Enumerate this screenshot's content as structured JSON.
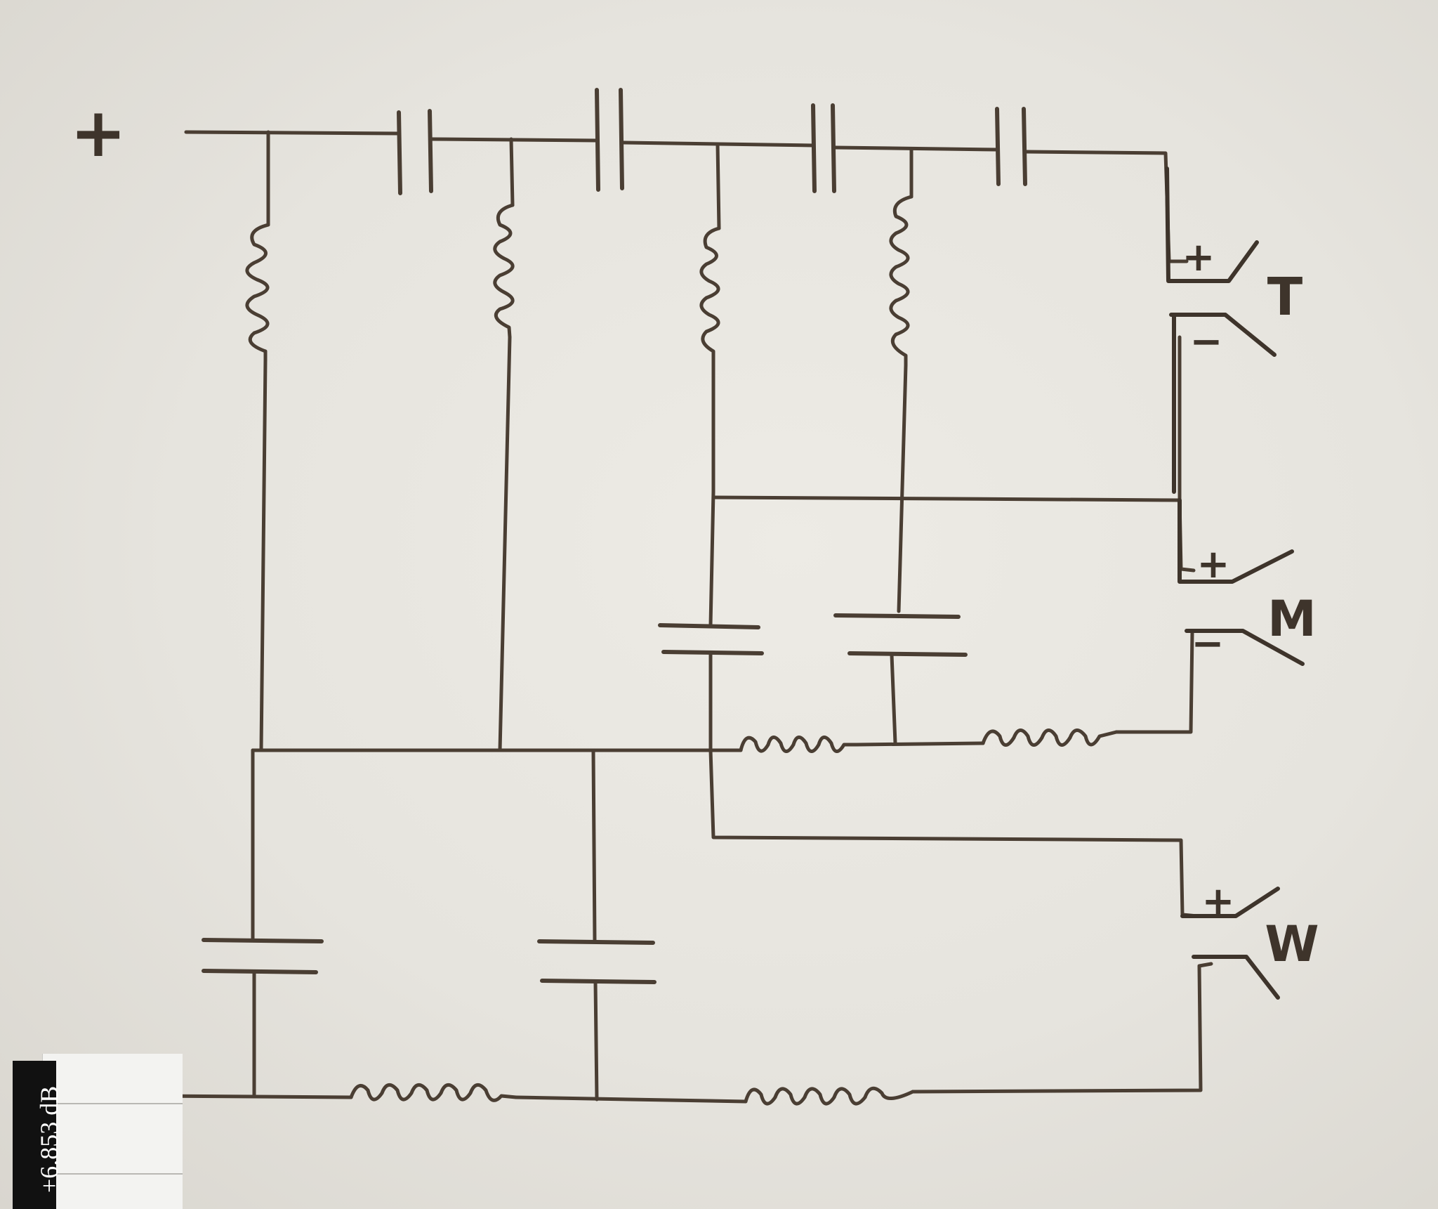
{
  "diagram": {
    "input_terminal": "+",
    "outputs": [
      {
        "id": "T",
        "label": "T",
        "plus": "+",
        "minus": "−"
      },
      {
        "id": "M",
        "label": "M",
        "plus": "+",
        "minus": "−"
      },
      {
        "id": "W",
        "label": "W",
        "plus": "+",
        "minus": ""
      }
    ]
  },
  "meter_strip": {
    "reading": "+6.853",
    "unit": "dB"
  },
  "colors": {
    "ink": "#4a3e33",
    "paper": "#e6e4de"
  }
}
